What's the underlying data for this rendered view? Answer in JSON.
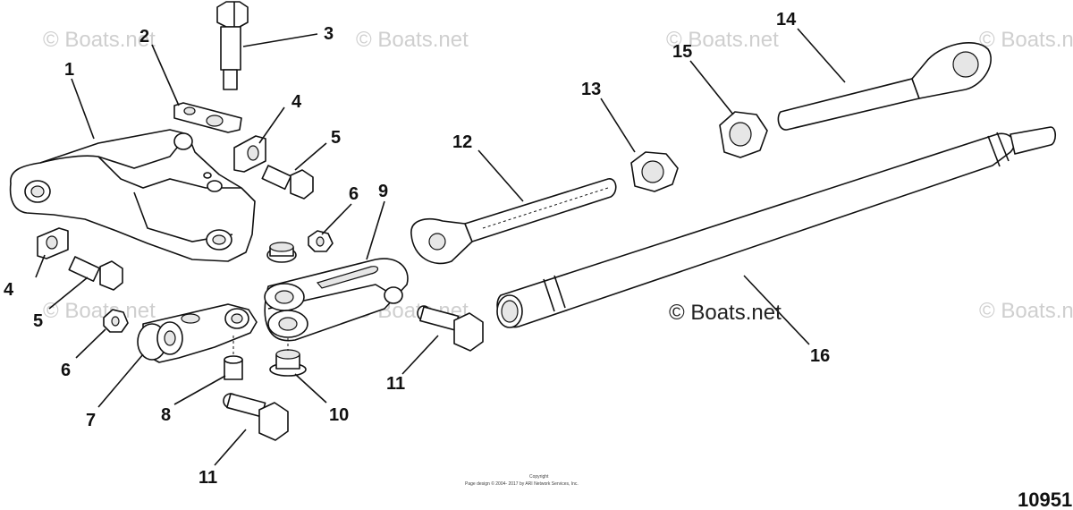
{
  "watermarks": {
    "faint": "© Boats.net",
    "main": "© Boats.net"
  },
  "callouts": {
    "c1": "1",
    "c2": "2",
    "c3": "3",
    "c4a": "4",
    "c4b": "4",
    "c5a": "5",
    "c5b": "5",
    "c6a": "6",
    "c6b": "6",
    "c7": "7",
    "c8": "8",
    "c9": "9",
    "c10": "10",
    "c11a": "11",
    "c11b": "11",
    "c12": "12",
    "c13": "13",
    "c14": "14",
    "c15": "15",
    "c16": "16"
  },
  "footer": {
    "copyright_line1": "Copyright",
    "copyright_line2": "Page design © 2004- 2017 by ARI Network Services, Inc.",
    "figure_id": "10951"
  }
}
